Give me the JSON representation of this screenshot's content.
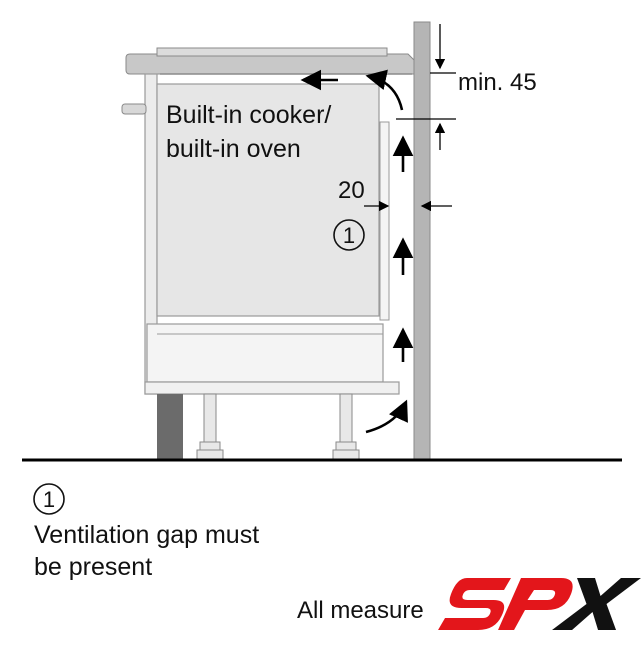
{
  "diagram": {
    "oven_label_line1": "Built-in cooker/",
    "oven_label_line2": "built-in oven",
    "min_gap_label": "min. 45",
    "side_gap_label": "20",
    "marker_number": "1"
  },
  "legend": {
    "marker_number": "1",
    "line1": "Ventilation gap must",
    "line2": "be present",
    "footnote": "All measure"
  },
  "logo": {
    "text": "SPX",
    "colors": {
      "s_p": "#e3161b",
      "x": "#111111"
    }
  },
  "colors": {
    "wall": "#b5b5b5",
    "appliance_panel": "#e6e6e6",
    "cabinet_line": "#9a9a9a",
    "plinth": "#6b6b6b",
    "arrow": "#000000"
  }
}
